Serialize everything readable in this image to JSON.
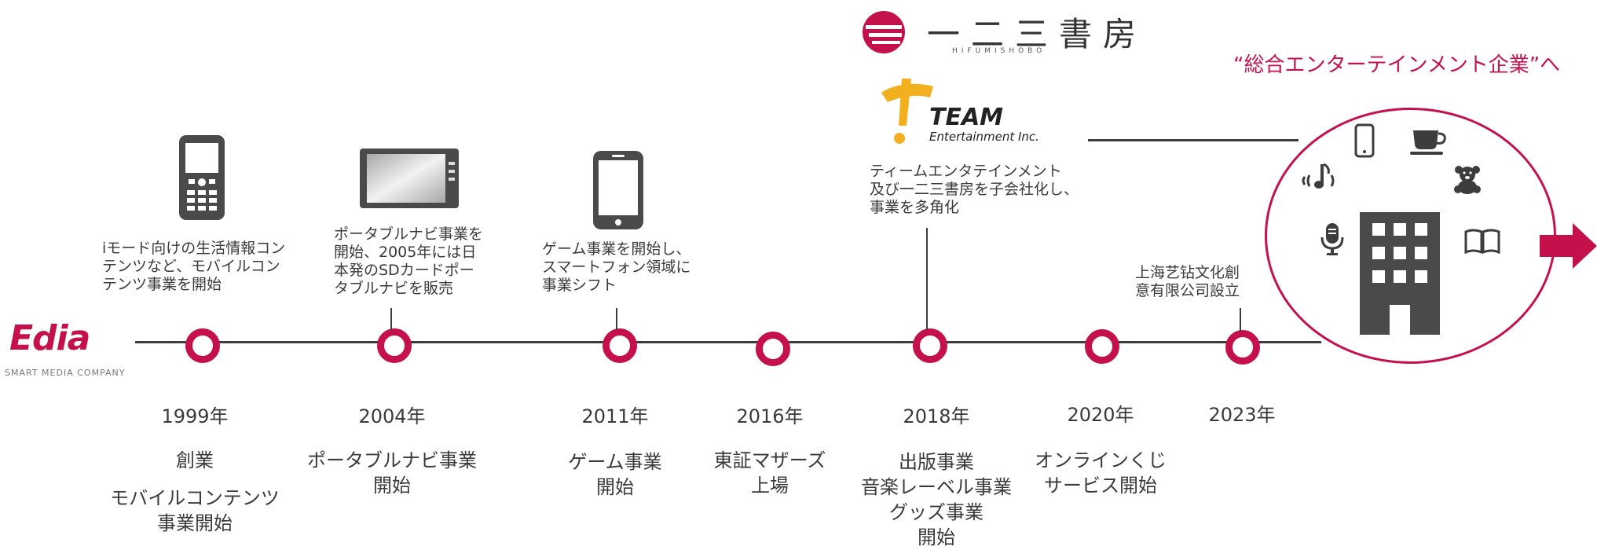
{
  "company": {
    "logo_text": "Edia",
    "logo_subtext": "SMART MEDIA COMPANY"
  },
  "acquisitions": {
    "hifumishobo_name": "一二三書房",
    "hifumishobo_romaji": "HIFUMISHOBO",
    "team_name": "TEAM",
    "team_sub": "Entertainment Inc."
  },
  "tagline": "“総合エンターテインメント企業”へ",
  "milestones": [
    {
      "year": "1999年",
      "event": [
        "創業",
        "モバイルコンテンツ",
        "事業開始"
      ]
    },
    {
      "year": "2004年",
      "event": [
        "ポータブルナビ事業",
        "開始"
      ]
    },
    {
      "year": "2011年",
      "event": [
        "ゲーム事業",
        "開始"
      ]
    },
    {
      "year": "2016年",
      "event": [
        "東証マザーズ",
        "上場"
      ]
    },
    {
      "year": "2018年",
      "event": [
        "出版事業",
        "音楽レーベル事業",
        "グッズ事業",
        "開始"
      ]
    },
    {
      "year": "2020年",
      "event": [
        "オンラインくじ",
        "サービス開始"
      ]
    },
    {
      "year": "2023年",
      "event": []
    }
  ],
  "descriptions": {
    "d1999": "iモード向けの生活情報コン\nテンツなど、モバイルコン\nテンツ事業を開始",
    "d2004": "ポータブルナビ事業を\n開始、2005年には日\n本発のSDカードポー\nタブルナビを販売",
    "d2011": "ゲーム事業を開始し、\nスマートフォン領域に\n事業シフト",
    "d2018": "ティームエンタテインメント\n及び一二三書房を子会社化し、\n事業を多角化",
    "d2023": "上海艺钻文化創\n意有限公司設立"
  },
  "icons": [
    "mobile-phone-icon",
    "car-navigation-icon",
    "smartphone-icon",
    "music-note-icon",
    "phone-icon",
    "coffee-cup-icon",
    "teddy-bear-icon",
    "microphone-icon",
    "building-icon",
    "book-icon",
    "arrow-right-icon"
  ],
  "colors": {
    "accent": "#c4114c",
    "text": "#3a3a3a",
    "dark_icon": "#4a4a4a",
    "team_yellow": "#f2b01e"
  }
}
